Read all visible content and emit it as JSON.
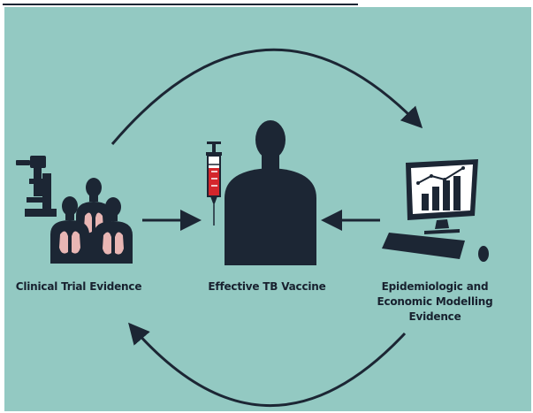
{
  "nodes": [
    {
      "id": "clinical",
      "label": "Clinical Trial Evidence"
    },
    {
      "id": "vaccine",
      "label": "Effective TB Vaccine"
    },
    {
      "id": "modelling",
      "label": "Epidemiologic and Economic Modelling Evidence"
    }
  ],
  "icons": [
    "microscope-icon",
    "lungs-people-icon",
    "syringe-icon",
    "person-silhouette-icon",
    "computer-chart-icon"
  ],
  "colors": {
    "background": "#93c9c2",
    "ink": "#1c2634",
    "lungs": "#e9b6b4",
    "blood": "#d4262c"
  }
}
